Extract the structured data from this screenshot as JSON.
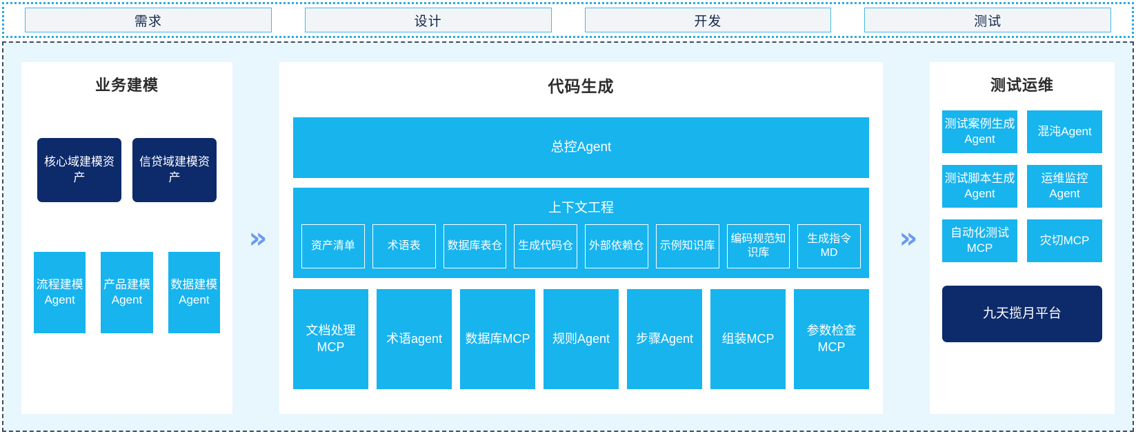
{
  "phases": {
    "tabs": [
      {
        "label": "需求"
      },
      {
        "label": "设计"
      },
      {
        "label": "开发"
      },
      {
        "label": "测试"
      }
    ]
  },
  "colors": {
    "accent_cyan": "#17b4ee",
    "navy": "#0d2a6b",
    "background": "#e8f6fd",
    "panel": "#ffffff",
    "tab_fill": "#f1f5f8",
    "tab_border": "#49b6e4",
    "arrow": "#6c9bed"
  },
  "arrows": {
    "left_to_center": "»",
    "center_to_right": "»"
  },
  "left_panel": {
    "title": "业务建模",
    "assets": [
      {
        "label": "核心域建模资产"
      },
      {
        "label": "信贷域建模资产"
      }
    ],
    "agents": [
      {
        "label": "流程建模Agent"
      },
      {
        "label": "产品建模Agent"
      },
      {
        "label": "数据建模Agent"
      }
    ]
  },
  "center_panel": {
    "title": "代码生成",
    "master_agent": "总控Agent",
    "context": {
      "title": "上下文工程",
      "items": [
        {
          "label": "资产清单"
        },
        {
          "label": "术语表"
        },
        {
          "label": "数据库表仓"
        },
        {
          "label": "生成代码仓"
        },
        {
          "label": "外部依赖仓"
        },
        {
          "label": "示例知识库"
        },
        {
          "label": "编码规范知识库"
        },
        {
          "label": "生成指令MD"
        }
      ]
    },
    "tools": [
      {
        "label": "文档处理MCP"
      },
      {
        "label": "术语agent"
      },
      {
        "label": "数据库MCP"
      },
      {
        "label": "规则Agent"
      },
      {
        "label": "步骤Agent"
      },
      {
        "label": "组装MCP"
      },
      {
        "label": "参数检查MCP"
      }
    ]
  },
  "right_panel": {
    "title": "测试运维",
    "rows": [
      [
        {
          "label": "测试案例生成Agent"
        },
        {
          "label": "混沌Agent"
        }
      ],
      [
        {
          "label": "测试脚本生成Agent"
        },
        {
          "label": "运维监控Agent"
        }
      ],
      [
        {
          "label": "自动化测试MCP"
        },
        {
          "label": "灾切MCP"
        }
      ]
    ],
    "platform": "九天揽月平台"
  }
}
